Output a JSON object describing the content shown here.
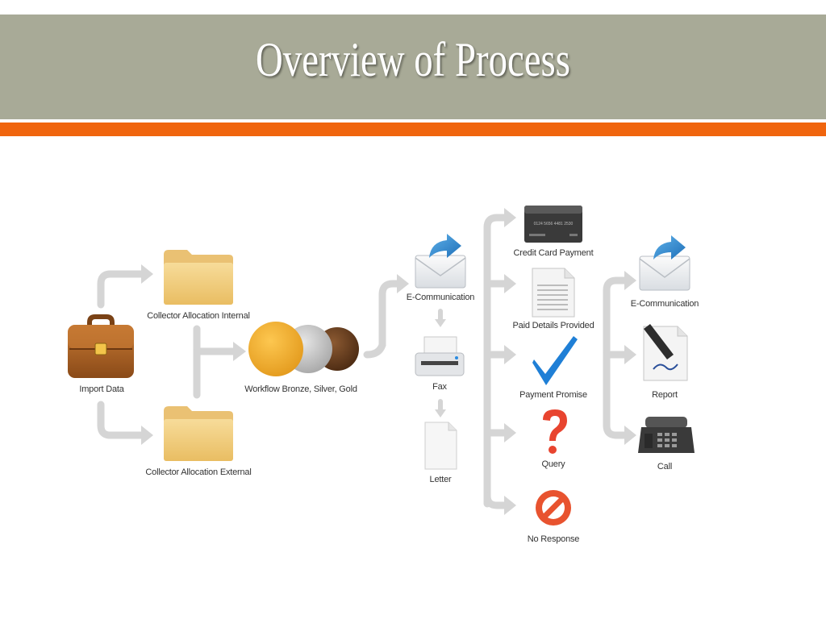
{
  "slide": {
    "title": "Overview of Process",
    "header_color": "#a8aa97",
    "accent_color": "#f0650e"
  },
  "diagram": {
    "import_data": "Import Data",
    "collector_internal": "Collector Allocation Internal",
    "collector_external": "Collector Allocation External",
    "workflow": "Workflow Bronze, Silver, Gold",
    "channels": {
      "ecommunication": "E-Communication",
      "fax": "Fax",
      "letter": "Letter"
    },
    "outcomes": {
      "credit_card_payment": "Credit Card Payment",
      "card_number_text": "0124 5656 4481 2530",
      "paid_details_provided": "Paid Details Provided",
      "payment_promise": "Payment Promise",
      "query": "Query",
      "no_response": "No Response"
    },
    "actions": {
      "ecommunication": "E-Communication",
      "report": "Report",
      "call": "Call"
    }
  }
}
